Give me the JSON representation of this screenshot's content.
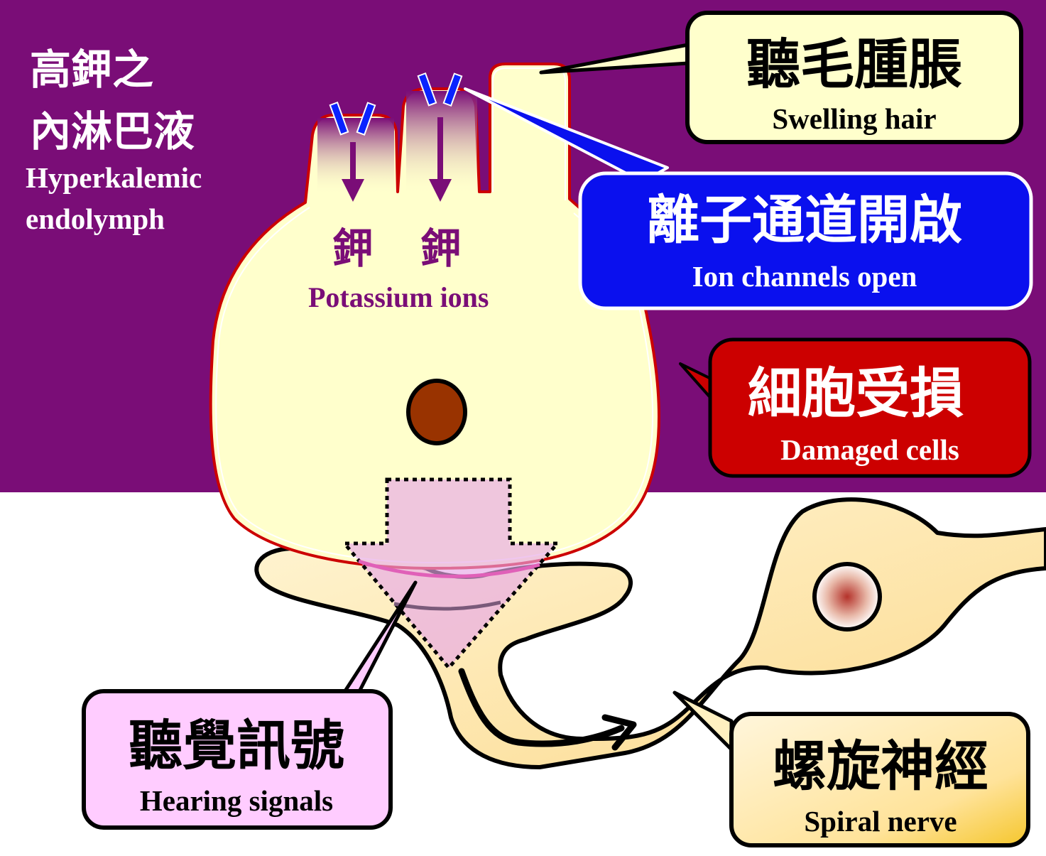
{
  "colors": {
    "background_top": "#7a0d77",
    "background_bottom": "#ffffff",
    "cell_fill": "#ffffcc",
    "cell_outline": "#cc0000",
    "potassium_purple": "#7a0d77",
    "channel_blue": "#0a23ff",
    "ion_box_fill": "#0a10ee",
    "damage_box_fill": "#cc0000",
    "swelling_box_fill": "#ffffcc",
    "hearing_box_fill": "#ffccff",
    "nerve_box_fill": "#ffe9a8",
    "nucleus_fill": "#993300"
  },
  "endolymph": {
    "zh_line1": "高鉀之",
    "zh_line2": "內淋巴液",
    "en_line1": "Hyperkalemic",
    "en_line2": "endolymph"
  },
  "potassium": {
    "zh_left": "鉀",
    "zh_right": "鉀",
    "en": "Potassium ions"
  },
  "callouts": {
    "swelling": {
      "zh": "聽毛腫脹",
      "en": "Swelling hair"
    },
    "ion_channels": {
      "zh": "離子通道開啟",
      "en": "Ion channels open"
    },
    "damaged": {
      "zh": "細胞受損",
      "en": "Damaged cells"
    },
    "hearing": {
      "zh": "聽覺訊號",
      "en": "Hearing signals"
    },
    "nerve": {
      "zh": "螺旋神經",
      "en": "Spiral nerve"
    }
  }
}
